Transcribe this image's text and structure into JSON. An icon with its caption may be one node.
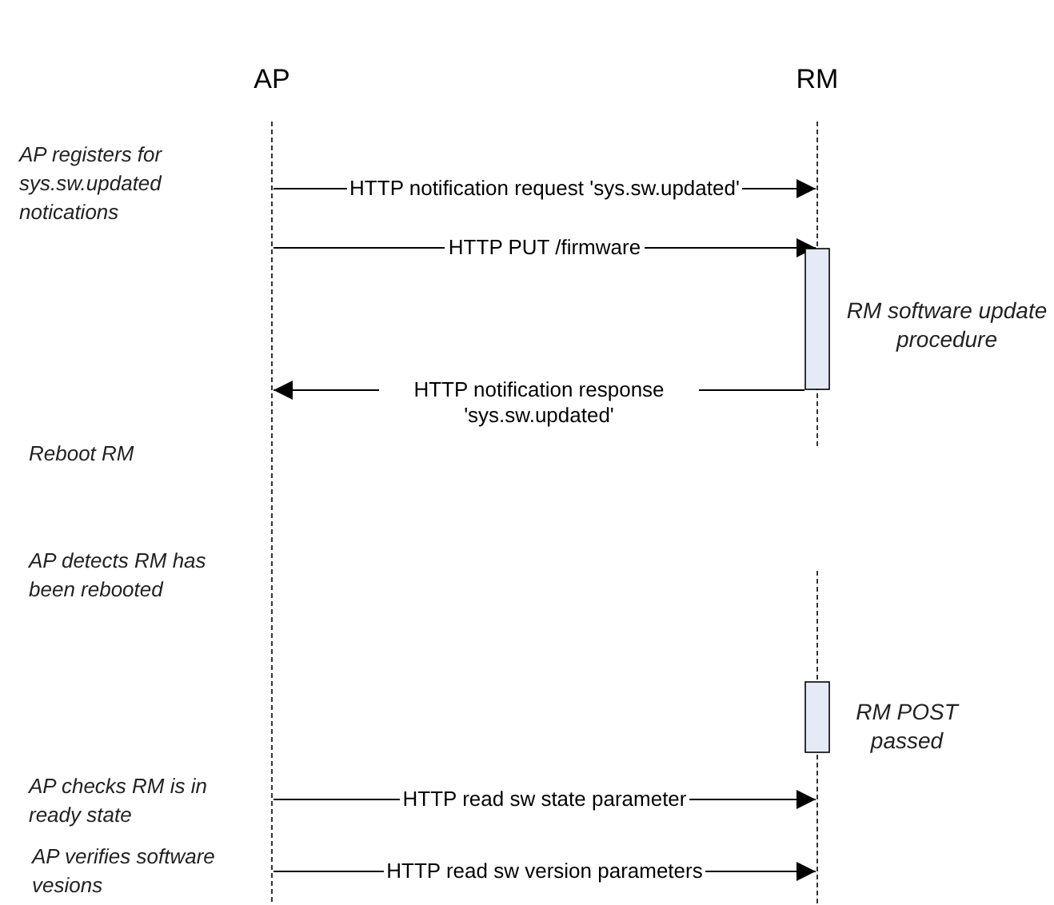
{
  "diagram": {
    "nodes": [
      {
        "text": [
          "AP"
        ]
      },
      {
        "text": [
          "RM"
        ]
      },
      {
        "text": [],
        "shape": "line"
      },
      {
        "text": [],
        "shape": "line"
      },
      {
        "text": [],
        "shape": "bar",
        "beside": [
          "RM software update procedure"
        ]
      },
      {
        "text": [],
        "shape": "bar",
        "beside": [
          "RM POST passed"
        ]
      }
    ],
    "edges": [
      {
        "from": 2,
        "to": 3,
        "arrow": "to",
        "label": "HTTP notification request 'sys.sw.updated'"
      },
      {
        "from": 2,
        "to": 3,
        "arrow": "to",
        "label": "HTTP PUT /firmware"
      },
      {
        "from": 4,
        "to": 2,
        "arrow": "to",
        "label": "HTTP notification response 'sys.sw.updated'"
      },
      {
        "from": 2,
        "to": 3,
        "arrow": "to",
        "label": "HTTP read sw state parameter"
      },
      {
        "from": 2,
        "to": 3,
        "arrow": "to",
        "label": "HTTP read sw version parameters"
      }
    ],
    "labels": [
      "AP registers for sys.sw.updated notications",
      "Reboot RM",
      "AP detects RM has been rebooted",
      "AP checks RM is in ready state",
      "AP verifies software vesions"
    ]
  }
}
